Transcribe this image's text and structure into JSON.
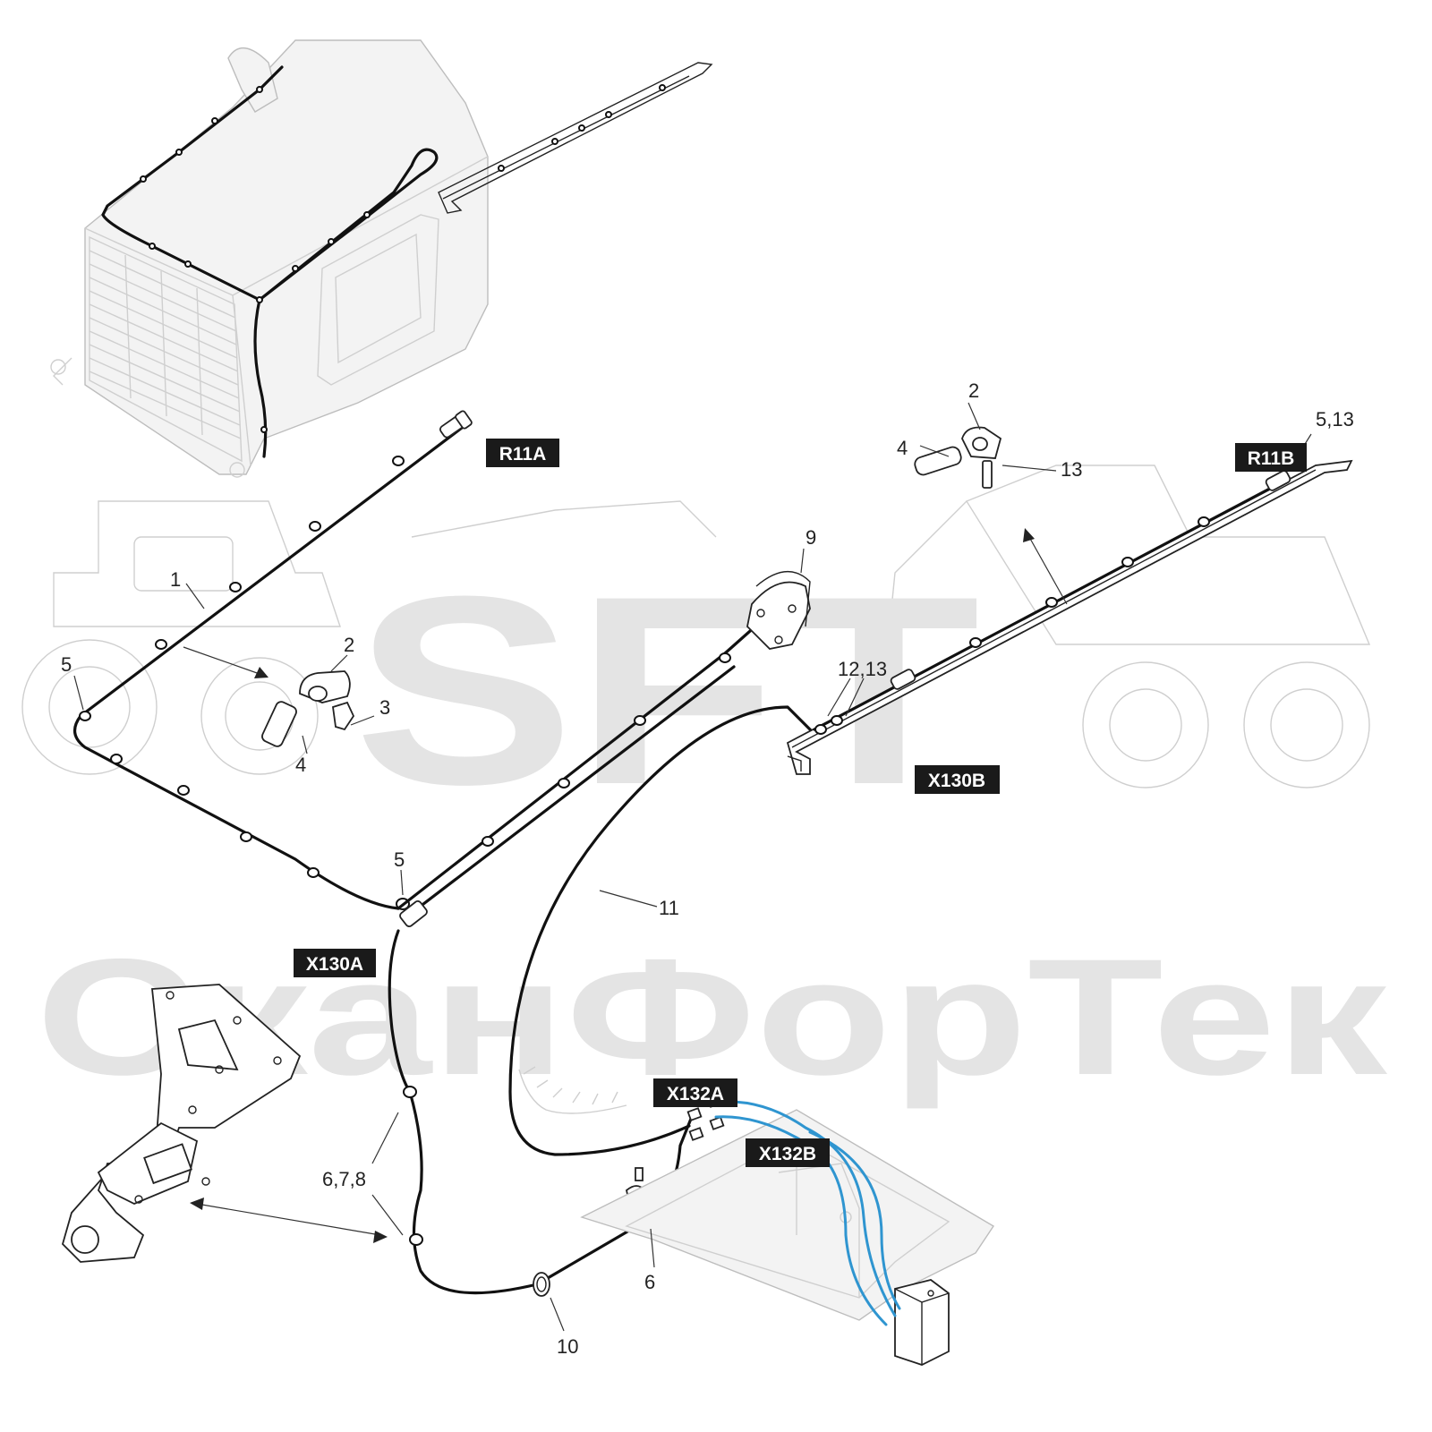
{
  "watermark": {
    "logo": "SFT",
    "company": "СканФорТек"
  },
  "callouts": [
    {
      "id": "c1",
      "text": "1"
    },
    {
      "id": "c2a",
      "text": "2"
    },
    {
      "id": "c3",
      "text": "3"
    },
    {
      "id": "c4a",
      "text": "4"
    },
    {
      "id": "c5a",
      "text": "5"
    },
    {
      "id": "c5b",
      "text": "5"
    },
    {
      "id": "c9",
      "text": "9"
    },
    {
      "id": "c11",
      "text": "11"
    },
    {
      "id": "c2b",
      "text": "2"
    },
    {
      "id": "c4b",
      "text": "4"
    },
    {
      "id": "c13",
      "text": "13"
    },
    {
      "id": "c513",
      "text": "5,13"
    },
    {
      "id": "c1213",
      "text": "12,13"
    },
    {
      "id": "c678",
      "text": "6,7,8"
    },
    {
      "id": "c6",
      "text": "6"
    },
    {
      "id": "c10",
      "text": "10"
    }
  ],
  "connector_tags": [
    {
      "id": "r11a",
      "text": "R11A"
    },
    {
      "id": "r11b",
      "text": "R11B"
    },
    {
      "id": "x130a",
      "text": "X130A"
    },
    {
      "id": "x130b",
      "text": "X130B"
    },
    {
      "id": "x132a",
      "text": "X132A"
    },
    {
      "id": "x132b",
      "text": "X132B"
    }
  ],
  "colors": {
    "harness": "#111111",
    "tag_background": "#1a1a1a",
    "tag_text": "#ffffff",
    "hose": "#2f95d0",
    "watermark": "#e4e4e4",
    "ghost_outline": "#cfcfcf"
  }
}
